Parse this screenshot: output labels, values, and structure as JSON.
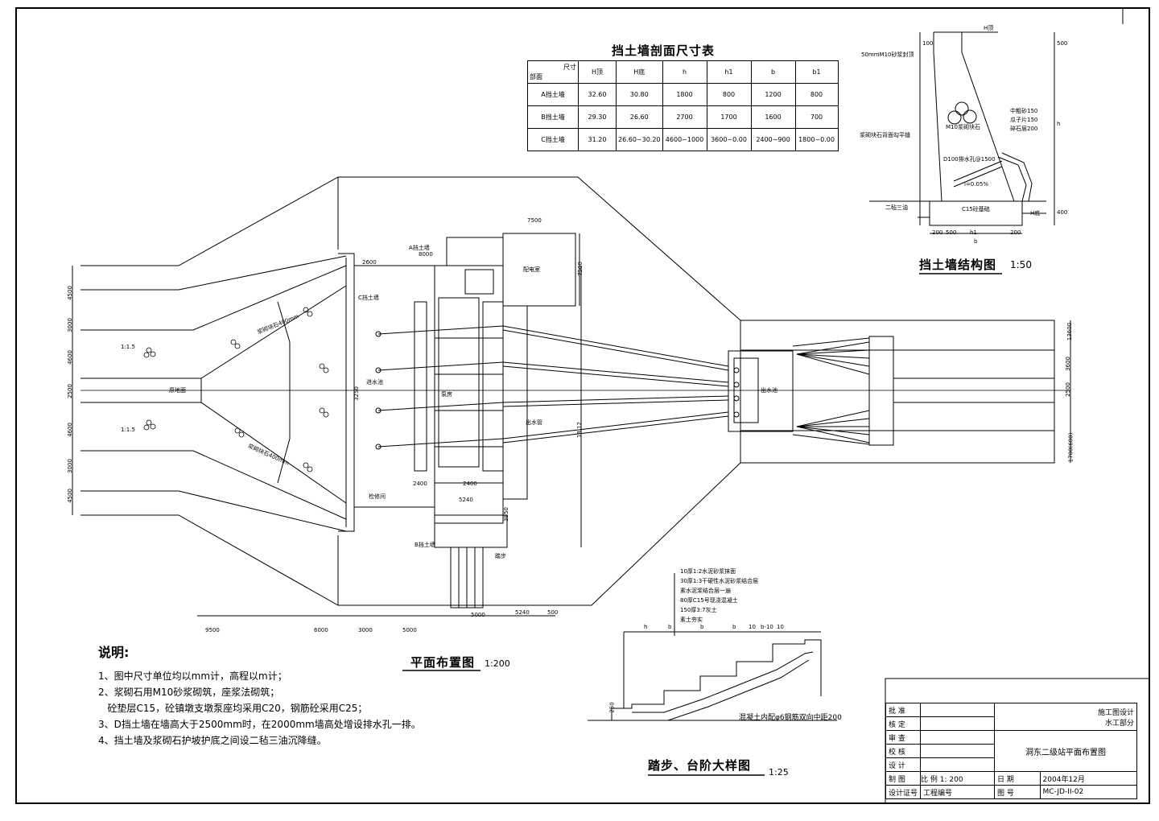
{
  "table": {
    "title": "挡土墙剖面尺寸表",
    "corner_top": "尺寸",
    "corner_bottom": "部面",
    "headers": [
      "H顶",
      "H底",
      "h",
      "h1",
      "b",
      "b1"
    ],
    "rows": [
      {
        "name": "A挡土墙",
        "cells": [
          "32.60",
          "30.80",
          "1800",
          "800",
          "1200",
          "800"
        ]
      },
      {
        "name": "B挡土墙",
        "cells": [
          "29.30",
          "26.60",
          "2700",
          "1700",
          "1600",
          "700"
        ]
      },
      {
        "name": "C挡土墙",
        "cells": [
          "31.20",
          "26.60~30.20",
          "4600~1000",
          "3600~0.00",
          "2400~900",
          "1800~0.00"
        ]
      }
    ]
  },
  "section": {
    "title": "挡土墙结构图",
    "scale": "1:50",
    "labels": {
      "top_elev": "H顶",
      "bot_elev": "H底",
      "cap": "50mmM10砂浆封顶",
      "masonry": "M10浆砌块石",
      "face": "浆砌块石背面勾平缝",
      "drain": "D100排水孔@1500",
      "slope": "i=0.05%",
      "fill1": "中粗砂150",
      "fill2": "瓜子片150",
      "fill3": "碎石层200",
      "base": "C15砼基础",
      "joint": "二毡三油",
      "h": "h",
      "h1": "h1",
      "b": "b",
      "d500": "500",
      "d200a": "200",
      "d200b": "200",
      "d500b": "500",
      "d400": "400",
      "d100": "100"
    }
  },
  "plan": {
    "title": "平面布置图",
    "scale": "1:200",
    "dims_bottom": [
      "9500",
      "6000",
      "3000",
      "5000",
      "5000",
      "5240",
      "500"
    ],
    "dims_left": [
      "4500",
      "3000",
      "4600",
      "2500",
      "4600",
      "3000",
      "4500"
    ],
    "dims_right": [
      "13600",
      "2500",
      "3600",
      "1700(600)"
    ],
    "dims_misc": [
      "7500",
      "7500",
      "8000",
      "2600",
      "2400",
      "5240",
      "3850",
      "2400",
      "18.12",
      "3250"
    ],
    "labels": {
      "intake": "进水池",
      "pump": "泵房",
      "outlet": "出水池",
      "slope_a": "1:1.5",
      "slope_b": "1:1.5",
      "ground": "原地面",
      "riprap_a": "浆砌块石400mm",
      "riprap_b": "浆砌块石400mm",
      "wall_a": "A挡土墙",
      "wall_b": "B挡土墙",
      "wall_c": "C挡土墙",
      "stairs": "踏步",
      "room": "配电室",
      "maint": "检修间",
      "pipe": "出水管"
    }
  },
  "steps": {
    "title": "踏步、台阶大样图",
    "scale": "1:25",
    "layers": [
      "10厚1:2水泥砂浆抹面",
      "30厚1:3干硬性水泥砂浆结合层",
      "素水泥浆结合层一遍",
      "80厚C15号现浇混凝土",
      "150厚3:7灰土",
      "素土夯实"
    ],
    "rebar": "混凝土内配φ6钢筋双向中距200",
    "dims": [
      "h",
      "b",
      "b",
      "b",
      "10",
      "b-10",
      "10"
    ],
    "dim_left": "250"
  },
  "notes": {
    "heading": "说明:",
    "items": [
      "1、图中尺寸单位均以mm计，高程以m计；",
      "2、浆砌石用M10砂浆砌筑，座浆法砌筑；",
      "   砼垫层C15，砼镇墩支墩泵座均采用C20，钢筋砼采用C25；",
      "3、D挡土墙在墙高大于2500mm时，在2000mm墙高处增设排水孔一排。",
      "4、挡土墙及浆砌石护坡护底之间设二毡三油沉降缝。"
    ]
  },
  "titleblock": {
    "roles": [
      "批 准",
      "核 定",
      "审 查",
      "校 核",
      "设 计",
      "制 图",
      "设计证号"
    ],
    "stage": "施工图设计",
    "dept": "水工部分",
    "drawing": "洞东二级站平面布置图",
    "scale_label": "比 例",
    "scale_value": "1: 200",
    "date_label": "日 期",
    "date_value": "2004年12月",
    "proj_label": "工程编号",
    "no_label": "图 号",
    "no_value": "MC-JD-II-02"
  }
}
